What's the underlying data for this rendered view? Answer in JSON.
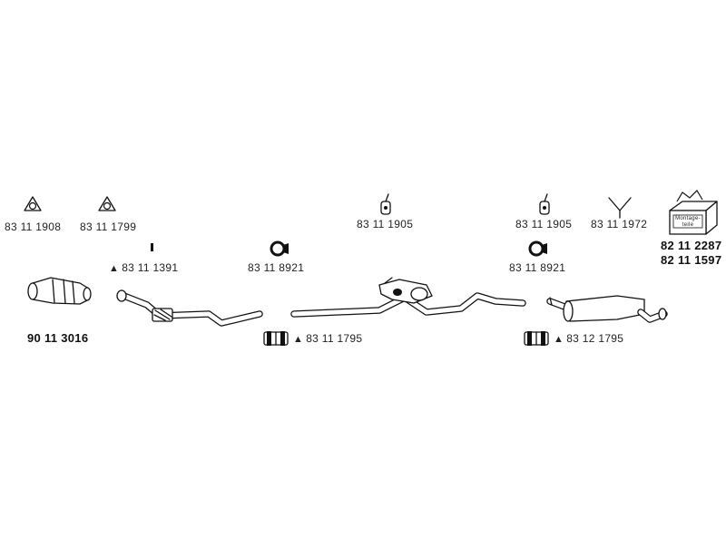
{
  "parts": {
    "gasket_1": "83 11 1908",
    "gasket_2": "83 11 1799",
    "hanger_1": "83 11 1905",
    "hanger_2": "83 11 1905",
    "y_bracket": "83 11 1972",
    "kit_codes": [
      "82 11 2287",
      "82 11 1597"
    ],
    "kit_box_text": "Montage-teile",
    "gasket_small": "83 11 1391",
    "clamp_ring_1": "83 11 8921",
    "clamp_ring_2": "83 11 8921",
    "catalyst": "90 11 3016",
    "clamp_1": "83 11 1795",
    "clamp_2": "83 12 1795"
  },
  "symbols": {
    "triangle": "▲"
  }
}
